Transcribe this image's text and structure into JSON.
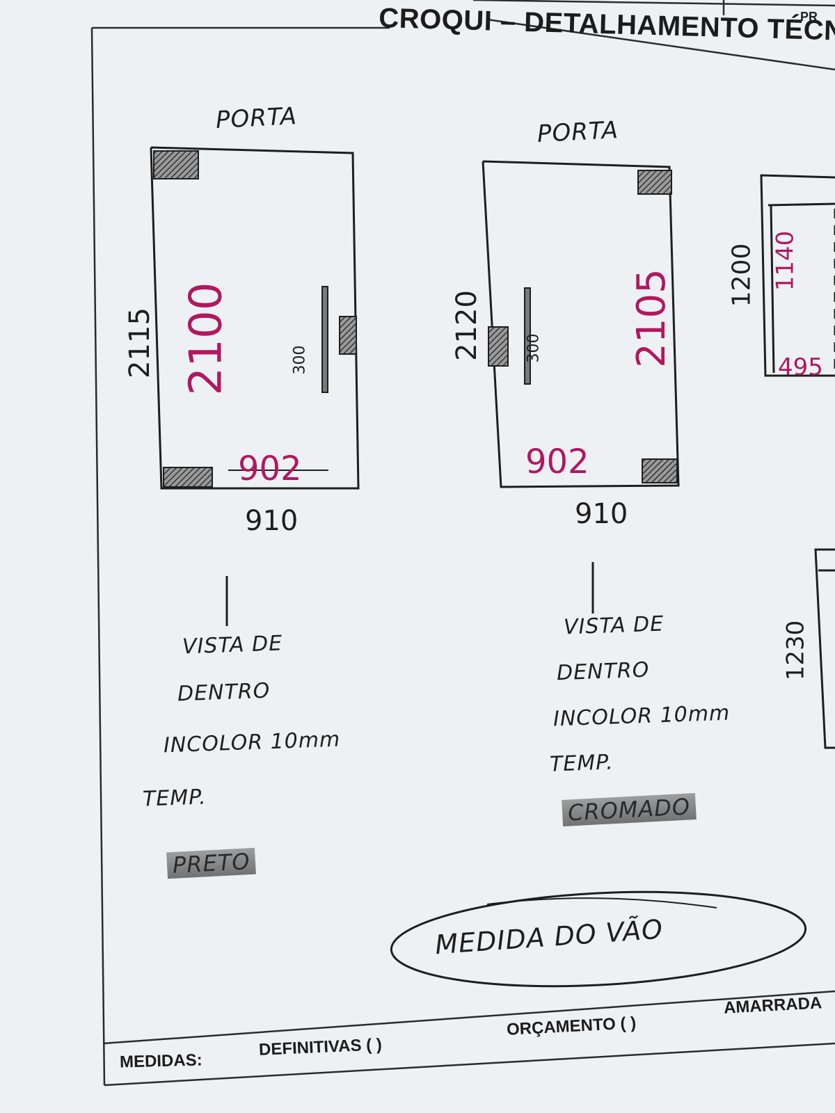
{
  "header": {
    "title": "CROQUI – DETALHAMENTO TÉCNIC",
    "corner_text": "PR"
  },
  "door_left": {
    "top_label": "PORTA",
    "height_outer": "2115",
    "height_inner": "2100",
    "handle": "300",
    "width_inner": "902",
    "width_outer": "910",
    "notes": [
      "VISTA DE",
      "DENTRO",
      "INCOLOR 10mm",
      "TEMP."
    ],
    "highlight": "PRETO"
  },
  "door_right": {
    "top_label": "PORTA",
    "height_outer": "2120",
    "height_inner": "2105",
    "handle": "300",
    "width_inner": "902",
    "width_outer": "910",
    "notes": [
      "VISTA DE",
      "DENTRO",
      "INCOLOR 10mm",
      "TEMP."
    ],
    "highlight": "CROMADO"
  },
  "partial_right": {
    "top_height": "1200",
    "top_inner": "1140",
    "top_width": "495",
    "bottom_height": "1230"
  },
  "stamp": "MEDIDA DO VÃO",
  "footer": {
    "medidas": "MEDIDAS:",
    "definitivas": "DEFINITIVAS (  )",
    "orcamento": "ORÇAMENTO (  )",
    "amarrada": "AMARRADA"
  },
  "colors": {
    "ink": "#1e1e1e",
    "magenta": "#b2175f",
    "paper": "#eef1f3"
  }
}
